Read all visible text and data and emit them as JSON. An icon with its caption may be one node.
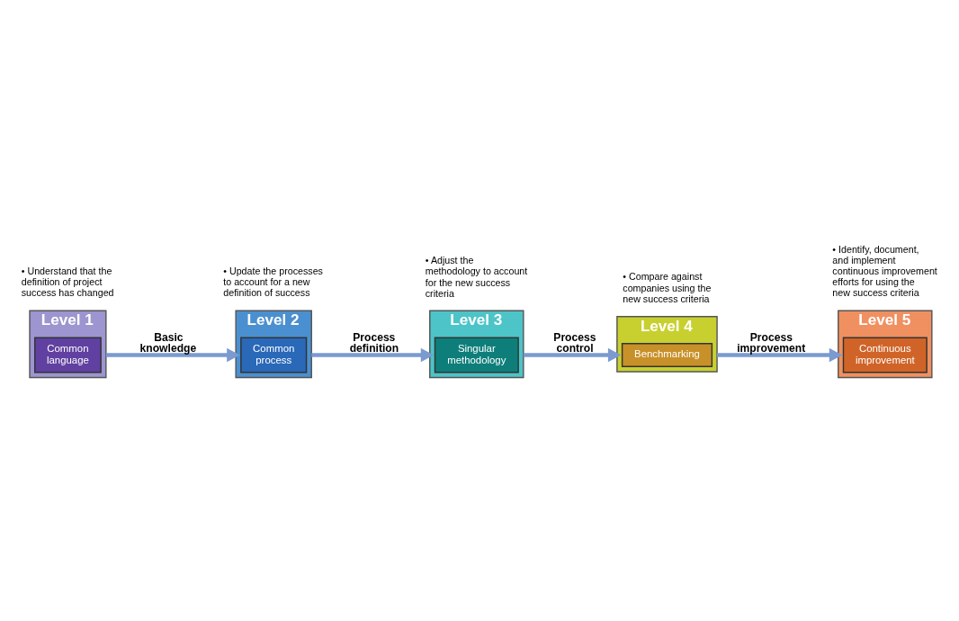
{
  "diagram": {
    "nodes": [
      {
        "text": [
          "Level 1"
        ],
        "beside": [
          "• Understand that the definition of project success has changed"
        ]
      },
      {
        "text": [
          "Common language"
        ],
        "in": 0
      },
      {
        "text": [
          "Level 2"
        ],
        "beside": [
          "• Update the processes to account for a new definition of success"
        ]
      },
      {
        "text": [
          "Common process"
        ],
        "in": 2
      },
      {
        "text": [
          "Level 3"
        ],
        "beside": [
          "• Adjust the methodology to account for the new success criteria"
        ]
      },
      {
        "text": [
          "Singular methodology"
        ],
        "in": 4
      },
      {
        "text": [
          "Level 4"
        ],
        "beside": [
          "• Compare against companies using the new success criteria"
        ]
      },
      {
        "text": [
          "Benchmarking"
        ],
        "in": 6
      },
      {
        "text": [
          "Level 5"
        ],
        "beside": [
          "• Identify, document, and implement continuous improvement efforts for using the new success criteria"
        ]
      },
      {
        "text": [
          "Continuous improvement"
        ],
        "in": 8
      }
    ],
    "edges": [
      {
        "from": 0,
        "to": 2,
        "arrow": "to",
        "label": "Basic knowledge"
      },
      {
        "from": 2,
        "to": 4,
        "arrow": "to",
        "label": "Process definition"
      },
      {
        "from": 4,
        "to": 6,
        "arrow": "to",
        "label": "Process control"
      },
      {
        "from": 6,
        "to": 8,
        "arrow": "to",
        "label": "Process improvement"
      }
    ]
  }
}
